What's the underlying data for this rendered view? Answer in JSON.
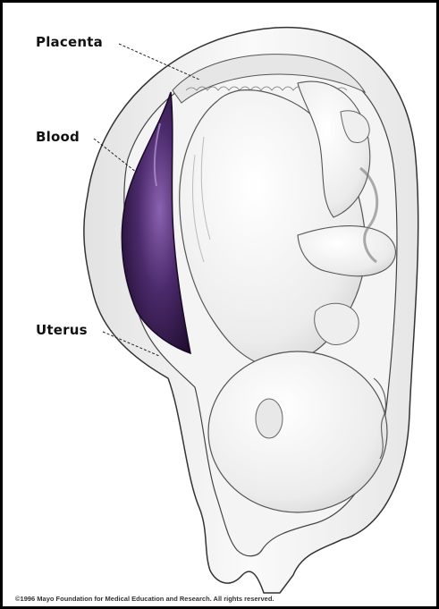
{
  "labels": {
    "placenta": "Placenta",
    "blood": "Blood",
    "uterus": "Uterus"
  },
  "copyright": "©1996 Mayo Foundation for Medical Education and Research. All rights reserved.",
  "colors": {
    "blood": "#3c1e56",
    "outline": "#333333",
    "skin": "#f1f1f1",
    "uterus_wall": "#f7f7f7"
  }
}
